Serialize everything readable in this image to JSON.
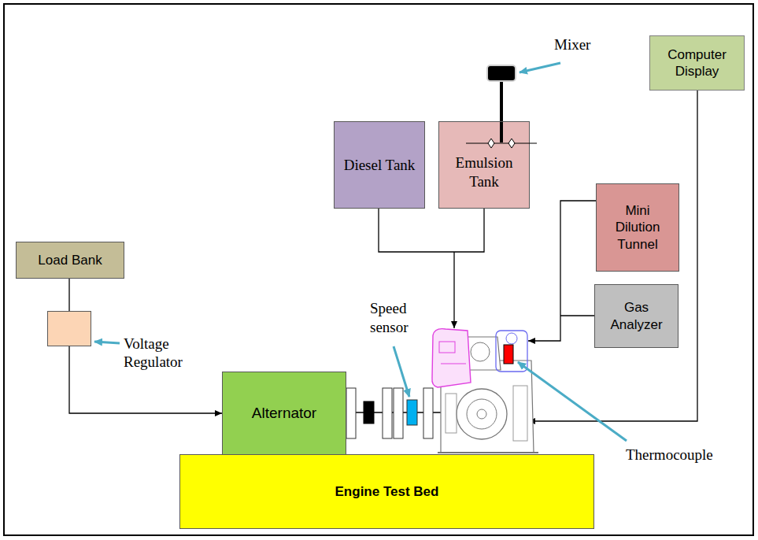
{
  "diagram": {
    "nodes": [
      {
        "text": [
          "Mixer"
        ]
      },
      {
        "text": [
          "Computer Display"
        ]
      },
      {
        "text": [
          "Diesel Tank"
        ]
      },
      {
        "text": [
          "Emulsion Tank"
        ]
      },
      {
        "text": [
          "Mini Dilution Tunnel"
        ]
      },
      {
        "text": [
          "Load Bank"
        ]
      },
      {
        "text": [
          "Gas Analyzer"
        ]
      },
      {
        "text": [
          "Voltage Regulator"
        ]
      },
      {
        "text": [
          "Alternator"
        ]
      },
      {
        "text": [
          "Engine Test Bed"
        ]
      }
    ],
    "edges": [
      {
        "from": 0,
        "to": 3,
        "arrow": "none"
      },
      {
        "from": 5,
        "to": 7,
        "arrow": "none"
      },
      {
        "from": 7,
        "to": 8,
        "arrow": "to"
      }
    ],
    "labels": [
      "Speed sensor",
      "Thermocouple"
    ]
  }
}
